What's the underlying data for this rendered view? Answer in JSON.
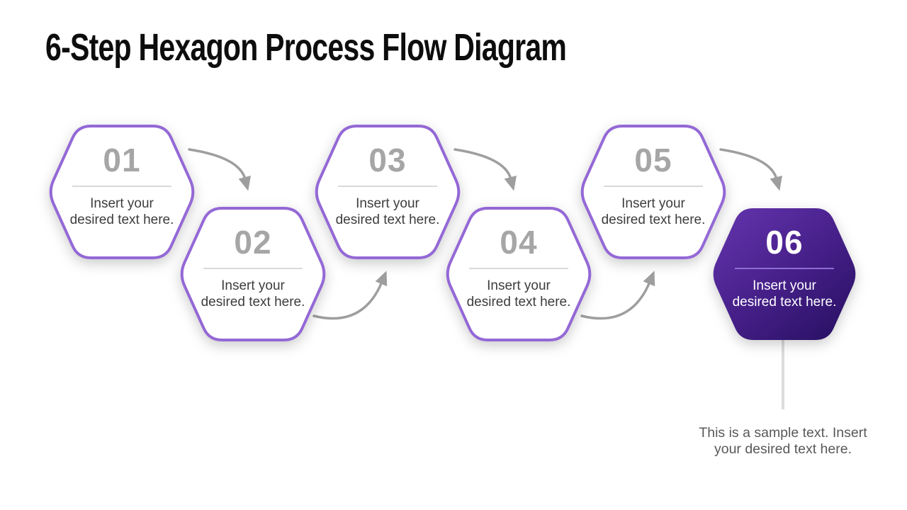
{
  "slide": {
    "title": "6-Step Hexagon Process Flow Diagram"
  },
  "steps": [
    {
      "number": "01",
      "text": "Insert your desired text here.",
      "variant": "outline"
    },
    {
      "number": "02",
      "text": "Insert your desired text here.",
      "variant": "outline"
    },
    {
      "number": "03",
      "text": "Insert your desired text here.",
      "variant": "outline"
    },
    {
      "number": "04",
      "text": "Insert your desired text here.",
      "variant": "outline"
    },
    {
      "number": "05",
      "text": "Insert your desired text here.",
      "variant": "filled-last-step-no",
      "variant_note": "outline"
    },
    {
      "number": "06",
      "text": "Insert your desired text here.",
      "variant": "filled"
    }
  ],
  "annotation": {
    "text": "This is a sample text. Insert your desired text here."
  },
  "colors": {
    "hex_border_purple": "#9468d6",
    "number_gray": "#a6a6a6",
    "divider_gray": "#d9d9d9",
    "body_text": "#3d3d3d",
    "arrow_gray": "#9e9e9e",
    "filled_gradient_start": "#6535ae",
    "filled_gradient_mid": "#4c2390",
    "filled_gradient_end": "#2a1166",
    "filled_text": "#ffffff",
    "annotation_text": "#595959",
    "connector_line": "#dcdcdc",
    "title_text": "#0d0d0d"
  }
}
